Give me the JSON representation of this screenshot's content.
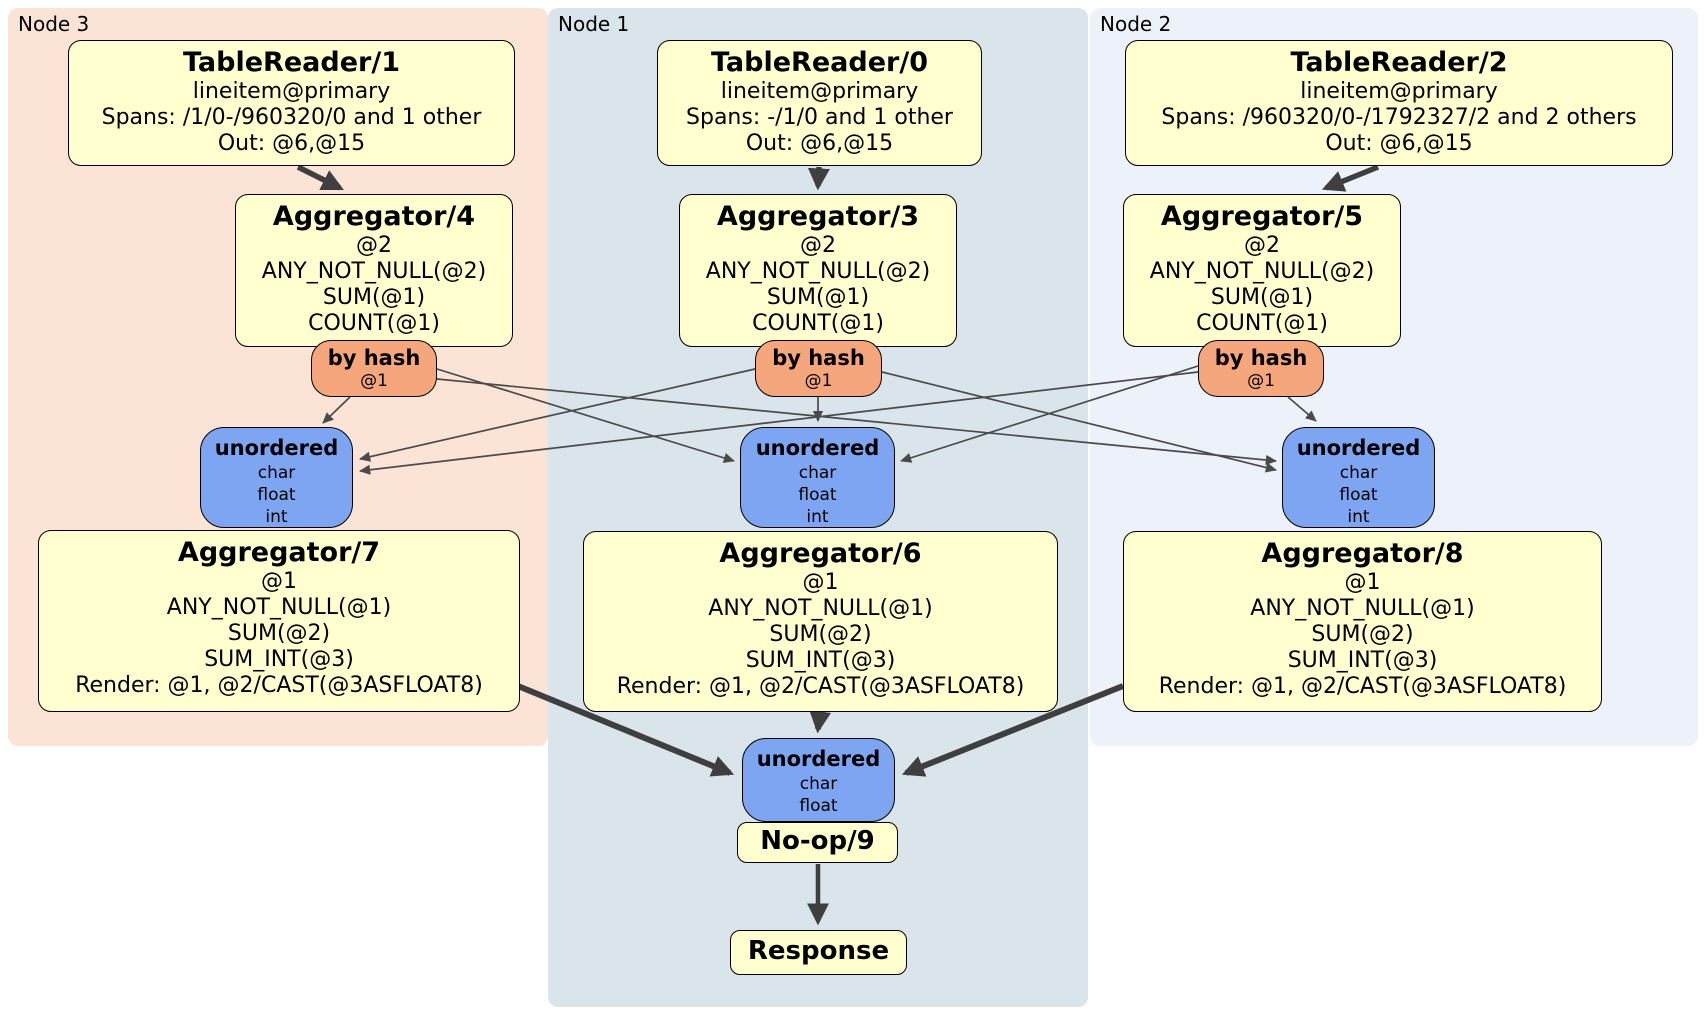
{
  "colors": {
    "node3-bg": "#FBE3D6",
    "node1-bg": "#D9E4EB",
    "node2-bg": "#EDF1FA",
    "box-bg": "#FFFFCF",
    "router-bg": "#F6A67C",
    "sync-bg": "#7EA5F2",
    "edge-thin": "#4a4a4a",
    "edge-thick": "#3f3f3f"
  },
  "regions": {
    "node3": {
      "label": "Node 3"
    },
    "node1": {
      "label": "Node 1"
    },
    "node2": {
      "label": "Node 2"
    }
  },
  "processors": {
    "tablereader1": {
      "title": "TableReader/1",
      "lines": [
        "lineitem@primary",
        "Spans: /1/0-/960320/0 and 1 other",
        "Out: @6,@15"
      ]
    },
    "tablereader0": {
      "title": "TableReader/0",
      "lines": [
        "lineitem@primary",
        "Spans: -/1/0 and 1 other",
        "Out: @6,@15"
      ]
    },
    "tablereader2": {
      "title": "TableReader/2",
      "lines": [
        "lineitem@primary",
        "Spans: /960320/0-/1792327/2 and 2 others",
        "Out: @6,@15"
      ]
    },
    "aggregator4": {
      "title": "Aggregator/4",
      "lines": [
        "@2",
        "ANY_NOT_NULL(@2)",
        "SUM(@1)",
        "COUNT(@1)"
      ]
    },
    "aggregator3": {
      "title": "Aggregator/3",
      "lines": [
        "@2",
        "ANY_NOT_NULL(@2)",
        "SUM(@1)",
        "COUNT(@1)"
      ]
    },
    "aggregator5": {
      "title": "Aggregator/5",
      "lines": [
        "@2",
        "ANY_NOT_NULL(@2)",
        "SUM(@1)",
        "COUNT(@1)"
      ]
    },
    "aggregator7": {
      "title": "Aggregator/7",
      "lines": [
        "@1",
        "ANY_NOT_NULL(@1)",
        "SUM(@2)",
        "SUM_INT(@3)",
        "Render: @1, @2/CAST(@3ASFLOAT8)"
      ]
    },
    "aggregator6": {
      "title": "Aggregator/6",
      "lines": [
        "@1",
        "ANY_NOT_NULL(@1)",
        "SUM(@2)",
        "SUM_INT(@3)",
        "Render: @1, @2/CAST(@3ASFLOAT8)"
      ]
    },
    "aggregator8": {
      "title": "Aggregator/8",
      "lines": [
        "@1",
        "ANY_NOT_NULL(@1)",
        "SUM(@2)",
        "SUM_INT(@3)",
        "Render: @1, @2/CAST(@3ASFLOAT8)"
      ]
    },
    "noop9": {
      "title": "No-op/9"
    },
    "response": {
      "title": "Response"
    }
  },
  "routers": {
    "byhash_left": {
      "title": "by hash",
      "detail": "@1"
    },
    "byhash_mid": {
      "title": "by hash",
      "detail": "@1"
    },
    "byhash_right": {
      "title": "by hash",
      "detail": "@1"
    }
  },
  "synchronizers": {
    "unordered_left": {
      "title": "unordered",
      "types": [
        "char",
        "float",
        "int"
      ]
    },
    "unordered_mid": {
      "title": "unordered",
      "types": [
        "char",
        "float",
        "int"
      ]
    },
    "unordered_right": {
      "title": "unordered",
      "types": [
        "char",
        "float",
        "int"
      ]
    },
    "unordered_bottom": {
      "title": "unordered",
      "types": [
        "char",
        "float"
      ]
    }
  }
}
